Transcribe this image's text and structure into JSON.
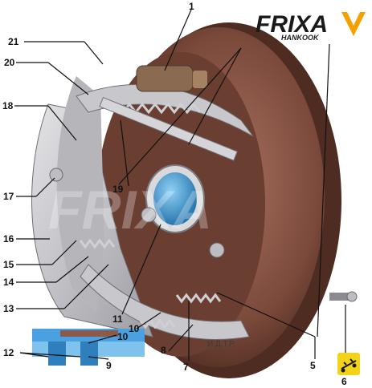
{
  "brand": {
    "name": "FRIXA",
    "sub": "HANKOOK",
    "accent": "#f5a000",
    "logo_dark": "#1a1a1a"
  },
  "watermark": "FRIXA",
  "stamp": "И.Д.Т.Р.",
  "colors": {
    "drum": "#8a5a4a",
    "drum_dark": "#5a3328",
    "shield": "#c9c9cc",
    "shield_dark": "#8c8c92",
    "hub_blue": "#3a9ed8",
    "section_blue": "#4aa0e0",
    "badge_yellow": "#f2d21a"
  },
  "labels": {
    "l1": "1",
    "l5": "5",
    "l6": "6",
    "l7": "7",
    "l8": "8",
    "l9": "9",
    "l10a": "10",
    "l10b": "10",
    "l11": "11",
    "l12": "12",
    "l13": "13",
    "l14": "14",
    "l15": "15",
    "l16": "16",
    "l17": "17",
    "l18": "18",
    "l19": "19",
    "l20": "20",
    "l21": "21"
  },
  "icons": {
    "badge": "car-lift-icon"
  }
}
